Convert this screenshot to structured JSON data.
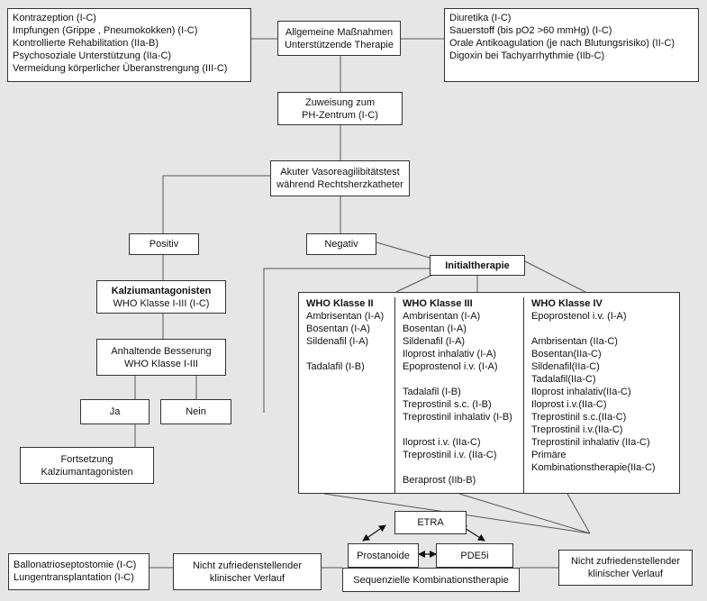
{
  "general_left": {
    "lines": [
      "Kontrazeption (I-C)",
      "Impfungen (Grippe , Pneumokokken) (I-C)",
      "Kontrollierte Rehabilitation (IIa-B)",
      "Psychosoziale Unterstützung (IIa-C)",
      "Vermeidung körperlicher Überanstrengung  (III-C)"
    ]
  },
  "general_center": {
    "lines": [
      "Allgemeine Maßnahmen",
      "Unterstützende Therapie"
    ]
  },
  "general_right": {
    "lines": [
      "Diuretika (I-C)",
      "Sauerstoff (bis pO2 >60 mmHg) (I-C)",
      "Orale Antikoagulation  (je nach Blutungsrisiko) (II-C)",
      "Digoxin bei Tachyarrhythmie (IIb-C)"
    ]
  },
  "referral": {
    "lines": [
      "Zuweisung zum",
      "PH-Zentrum (I-C)"
    ]
  },
  "vasotest": {
    "lines": [
      "Akuter Vasoreagilibitätstest",
      "während Rechtsherzkatheter"
    ]
  },
  "positive": {
    "label": "Positiv"
  },
  "negative": {
    "label": "Negativ"
  },
  "initial": {
    "label": "Initialtherapie"
  },
  "calcium": {
    "title": "Kalziumantagonisten",
    "subtitle": "WHO Klasse I-III  (I-C)"
  },
  "improvement": {
    "lines": [
      "Anhaltende Besserung",
      "WHO Klasse I-III"
    ]
  },
  "yes": {
    "label": "Ja"
  },
  "no": {
    "label": "Nein"
  },
  "continuation": {
    "lines": [
      "Fortsetzung",
      "Kalziumantagonisten"
    ]
  },
  "who2": {
    "title": "WHO Klasse II",
    "groups": [
      [
        "Ambrisentan (I-A)",
        "Bosentan (I-A)",
        "Sildenafil  (I-A)"
      ],
      [
        "Tadalafil (I-B)"
      ]
    ]
  },
  "who3": {
    "title": "WHO Klasse III",
    "groups": [
      [
        "Ambrisentan (I-A)",
        "Bosentan (I-A)",
        "Sildenafil (I-A)",
        "Iloprost inhalativ (I-A)",
        "Epoprostenol i.v. (I-A)"
      ],
      [
        "Tadalafil (I-B)",
        "Treprostinil s.c. (I-B)",
        "Treprostinil inhalativ (I-B)"
      ],
      [
        "Iloprost i.v. (IIa-C)",
        "Treprostinil i.v.  (IIa-C)"
      ],
      [
        "Beraprost (IIb-B)"
      ]
    ]
  },
  "who4": {
    "title": "WHO Klasse IV",
    "groups": [
      [
        "Epoprostenol i.v. (I-A)"
      ],
      [
        "Ambrisentan (IIa-C)",
        "Bosentan(IIa-C)",
        "Sildenafil(IIa-C)",
        "Tadalafil(IIa-C)",
        "Iloprost inhalativ(IIa-C)",
        "Iloprost i.v.(IIa-C)",
        "Treprostinil s.c.(IIa-C)",
        "Treprostinil i.v.(IIa-C)",
        "Treprostinil inhalativ (IIa-C)",
        "Primäre",
        "Kombinationstherapie(IIa-C)"
      ]
    ]
  },
  "etra": {
    "label": "ETRA"
  },
  "prostanoide": {
    "label": "Prostanoide"
  },
  "pde5i": {
    "label": "PDE5i"
  },
  "sequential": {
    "label": "Sequenzielle Kombinationstherapie"
  },
  "unsat_right": {
    "lines": [
      "Nicht zufriedenstellender",
      "klinischer Verlauf"
    ]
  },
  "unsat_left": {
    "lines": [
      "Nicht zufriedenstellender",
      "klinischer Verlauf"
    ]
  },
  "surgery": {
    "lines": [
      "Ballonatrioseptostomie (I-C)",
      "Lungentransplantation (I-C)"
    ]
  },
  "colors": {
    "background": "#e6e6e6",
    "box_fill": "#ffffff",
    "line": "#333333"
  }
}
